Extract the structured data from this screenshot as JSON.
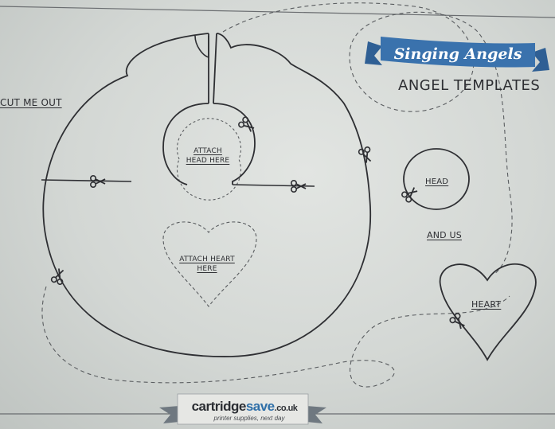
{
  "labels": {
    "cut_me_out": "CUT ME OUT",
    "attach_head_line1": "ATTACH",
    "attach_head_line2": "HEAD HERE",
    "attach_heart_line1": "ATTACH HEART",
    "attach_heart_line2": "HERE",
    "head": "HEAD",
    "and_us": "AND US",
    "heart": "HEART"
  },
  "banner": {
    "brand_title": "Singing Angels",
    "subtitle": "ANGEL TEMPLATES",
    "banner_color": "#3a72ad"
  },
  "footer": {
    "logo_part1": "cartridge",
    "logo_part2": "save",
    "logo_suffix": ".co.uk",
    "tagline": "printer supplies, next day",
    "ribbon_color": "#6f7880"
  },
  "colors": {
    "ink": "#2e2f33",
    "paper": "#d8dbd8"
  },
  "icons": [
    "scissors-icon",
    "cartridge-logo"
  ]
}
